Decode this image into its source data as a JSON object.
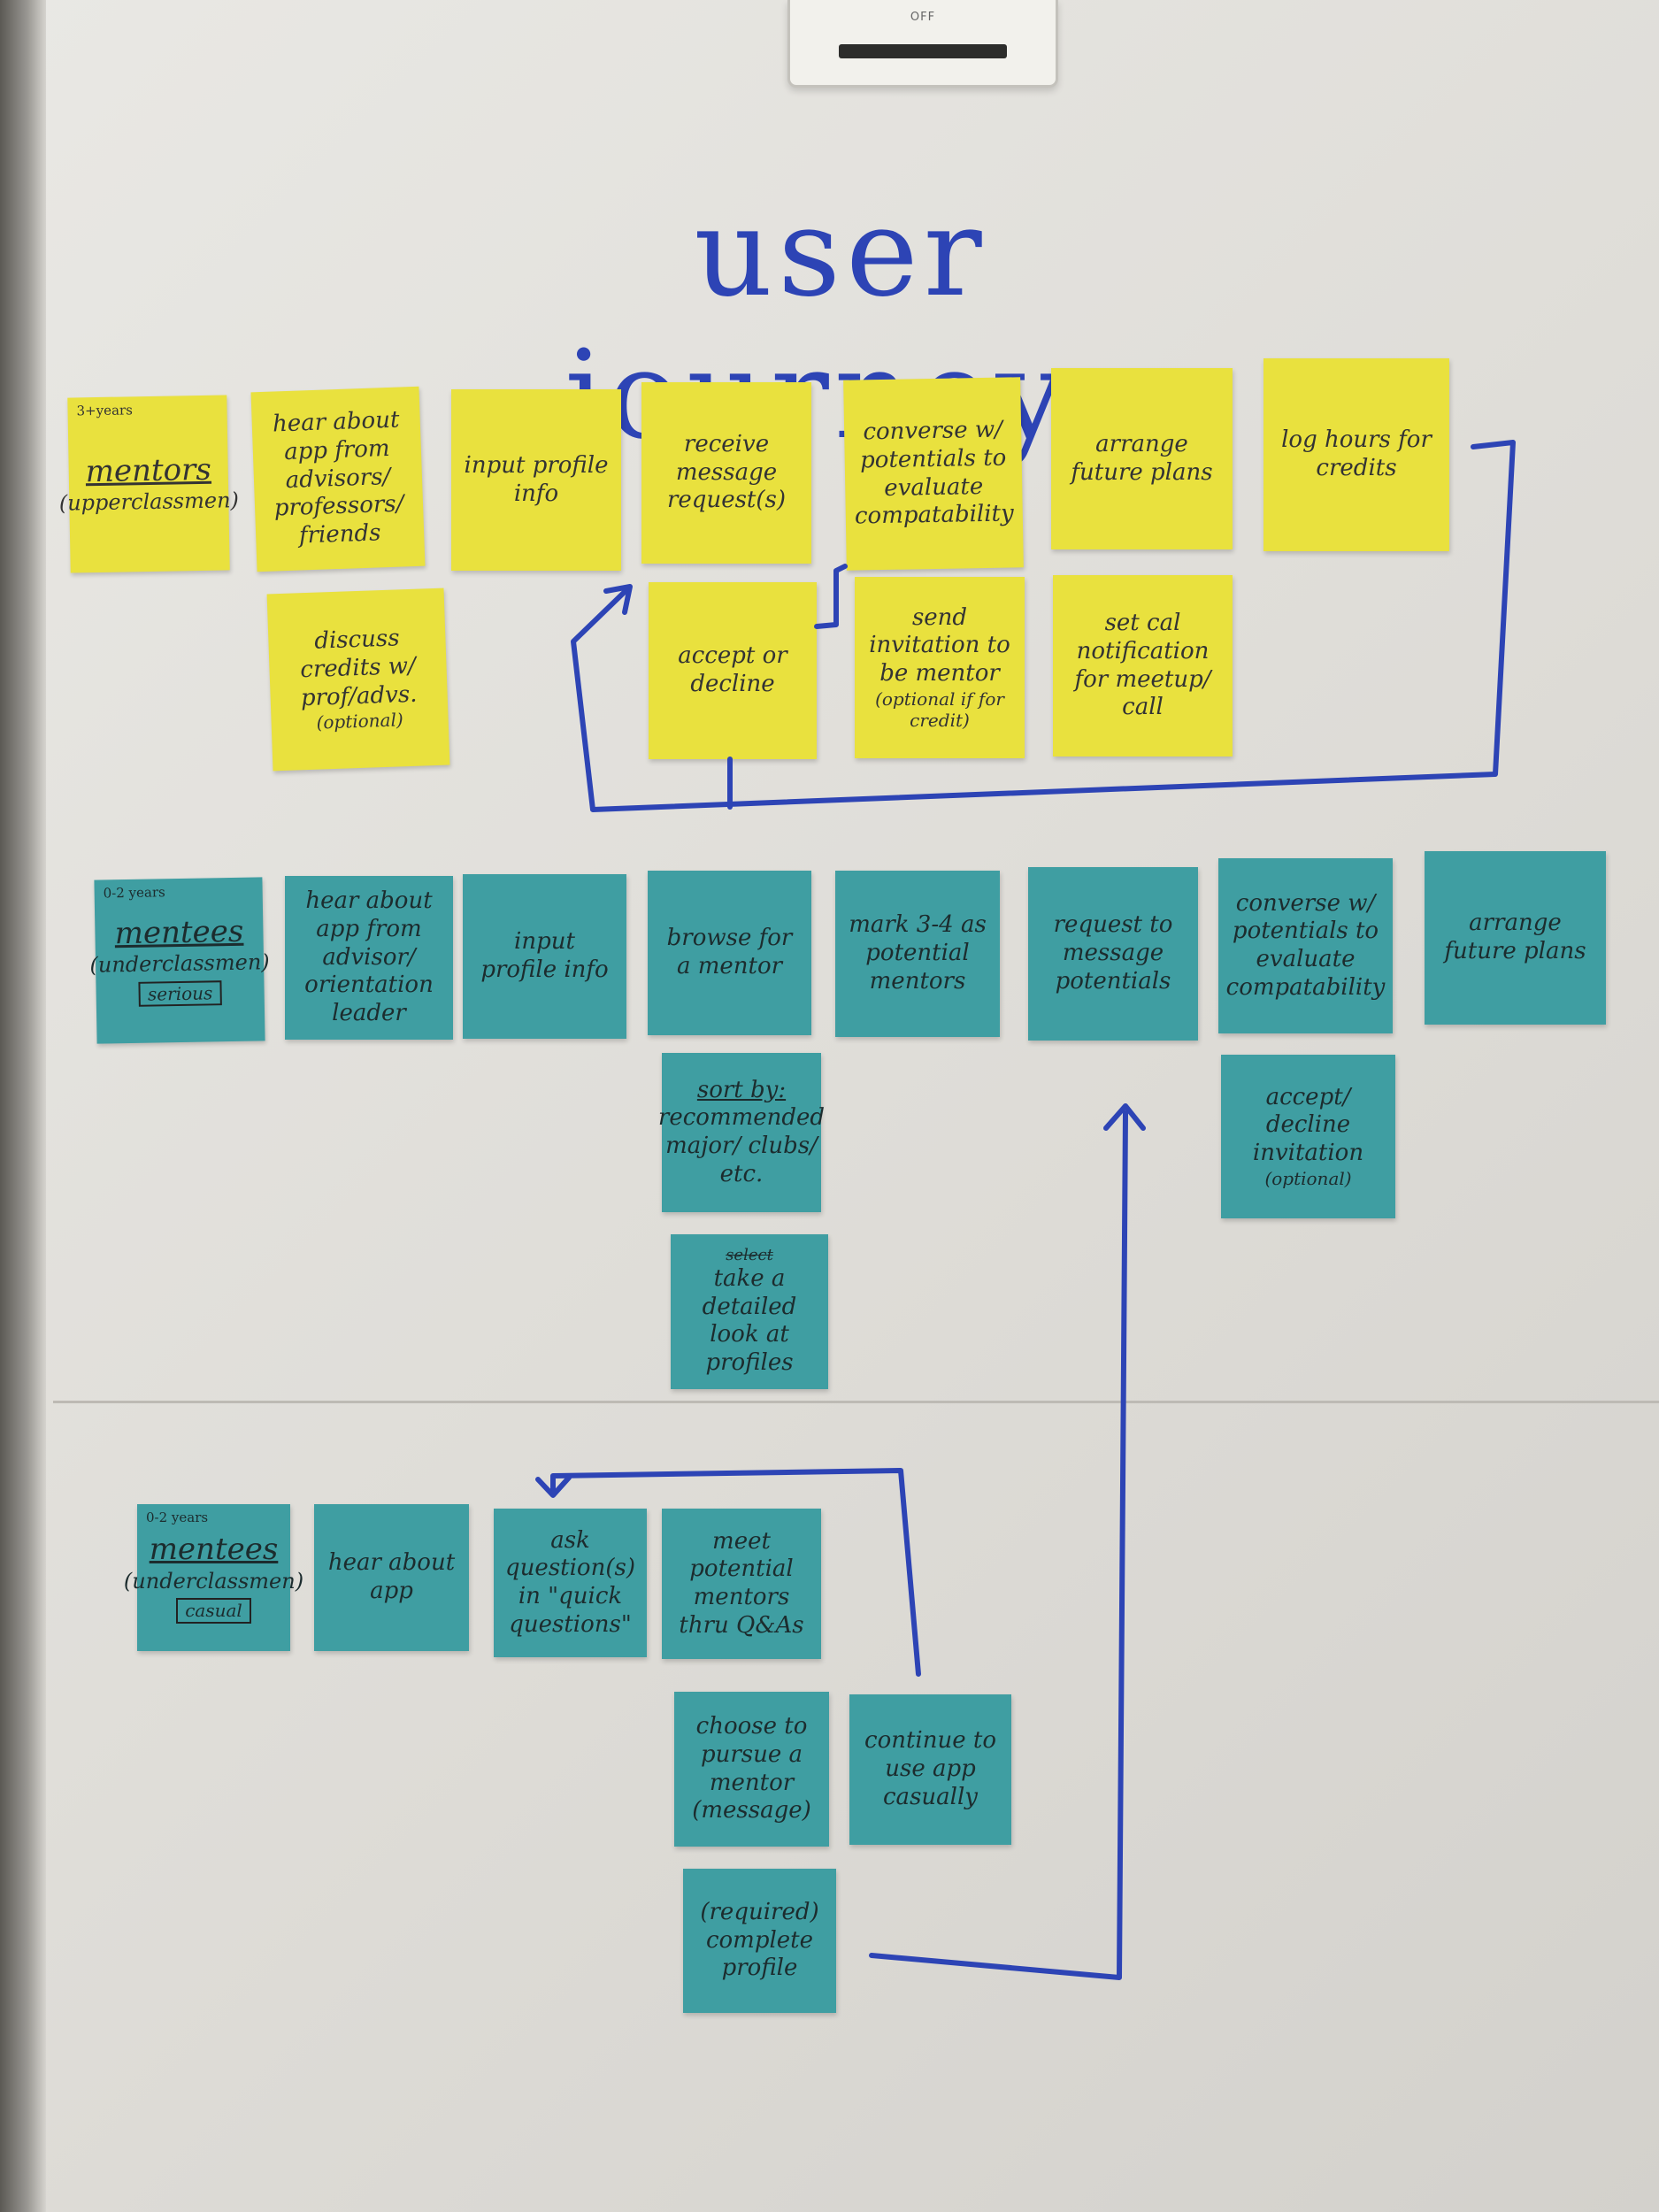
{
  "title": "user journey:",
  "switch": {
    "label": "OFF"
  },
  "colors": {
    "ink": "#2d44b5",
    "yellow": "#e9e13e",
    "teal": "#3f9ea2",
    "board": "#e6e5e1"
  },
  "mentors": {
    "header": {
      "tag": "3+years",
      "title": "mentors",
      "subtitle": "(upperclassmen)"
    },
    "notes": [
      "hear about app from advisors/ professors/ friends",
      "input profile info",
      "receive message request(s)",
      "converse w/ potentials to evaluate compatability",
      "arrange future plans",
      "log hours for credits",
      "discuss credits w/ prof/advs.",
      "accept or decline",
      "send invitation to be mentor",
      "set cal notification for meetup/ call"
    ],
    "note_extras": {
      "discuss_optional": "(optional)",
      "send_optional": "(optional if for credit)"
    }
  },
  "mentees_serious": {
    "header": {
      "tag": "0-2 years",
      "title": "mentees",
      "subtitle": "(underclassmen)",
      "badge": "serious"
    },
    "notes": [
      "hear about app from advisor/ orientation leader",
      "input profile info",
      "browse for a mentor",
      "mark 3-4 as potential mentors",
      "request to message potentials",
      "converse w/ potentials to evaluate compatability",
      "arrange future plans",
      "accept/ decline invitation",
      "recommended major/ clubs/ etc.",
      "take a detailed look at profiles"
    ],
    "note_extras": {
      "sort_label": "sort by:",
      "accept_optional": "(optional)",
      "take_scribble": "select",
      "take_strike": "select"
    }
  },
  "mentees_casual": {
    "header": {
      "tag": "0-2 years",
      "title": "mentees",
      "subtitle": "(underclassmen)",
      "badge": "casual"
    },
    "notes": [
      "hear about app",
      "ask question(s) in \"quick questions\"",
      "meet potential mentors thru Q&As",
      "choose to pursue a mentor (message)",
      "continue to use app casually",
      "(required) complete profile"
    ]
  }
}
